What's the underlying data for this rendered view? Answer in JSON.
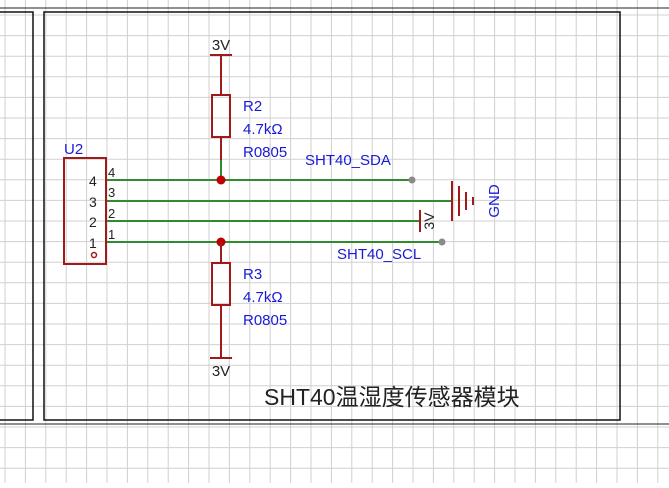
{
  "colors": {
    "wire": "#2e8b2e",
    "component": "#a11a1a",
    "label": "#1a1ad6",
    "grid": "#d0d0d0",
    "frame": "#111111",
    "junction": "#c00000",
    "net_end": "#8a8a8a"
  },
  "schematic": {
    "power_top": "3V",
    "power_bottom": "3V",
    "power_side": "3V",
    "ground": "GND",
    "r2": {
      "ref": "R2",
      "value": "4.7kΩ",
      "footprint": "R0805"
    },
    "r3": {
      "ref": "R3",
      "value": "4.7kΩ",
      "footprint": "R0805"
    },
    "connector": {
      "ref": "U2",
      "pins": [
        "4",
        "3",
        "2",
        "1"
      ]
    },
    "net_sda": "SHT40_SDA",
    "net_scl": "SHT40_SCL",
    "title": "SHT40温湿度传感器模块"
  }
}
